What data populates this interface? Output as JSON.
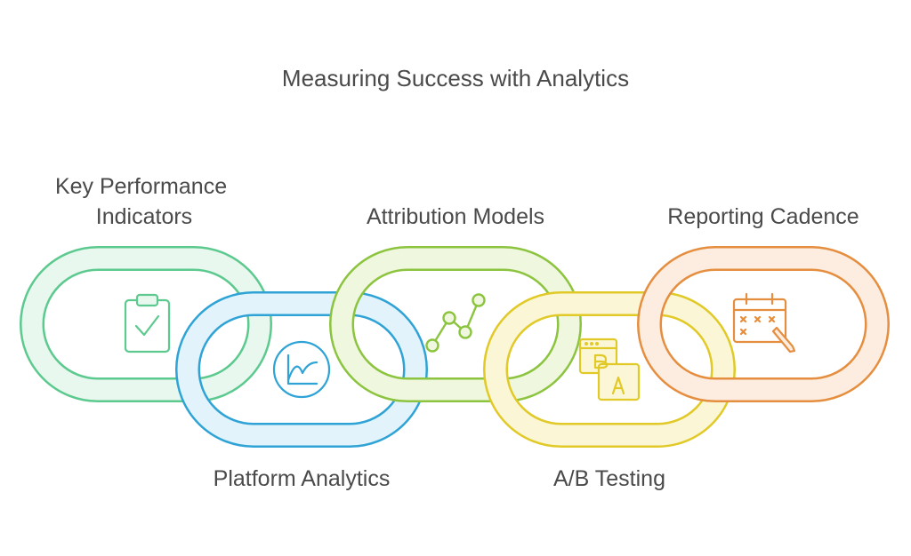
{
  "title": "Measuring Success with Analytics",
  "links": [
    {
      "id": "kpi",
      "label_lines": [
        "Key Performance",
        "Indicators"
      ],
      "icon": "clipboard-check-icon",
      "color": "#5cc98e",
      "fill": "#e9f8ef"
    },
    {
      "id": "platform-analytics",
      "label_lines": [
        "Platform Analytics"
      ],
      "icon": "line-chart-icon",
      "color": "#2fa3d6",
      "fill": "#e2f3fb"
    },
    {
      "id": "attribution-models",
      "label_lines": [
        "Attribution Models"
      ],
      "icon": "scatter-trend-icon",
      "color": "#8cc43f",
      "fill": "#eff7df"
    },
    {
      "id": "ab-testing",
      "label_lines": [
        "A/B Testing"
      ],
      "icon": "ab-test-window-icon",
      "color": "#e1c928",
      "fill": "#fbf7d6"
    },
    {
      "id": "reporting-cadence",
      "label_lines": [
        "Reporting Cadence"
      ],
      "icon": "calendar-edit-icon",
      "color": "#e58e3f",
      "fill": "#fdece0"
    }
  ]
}
